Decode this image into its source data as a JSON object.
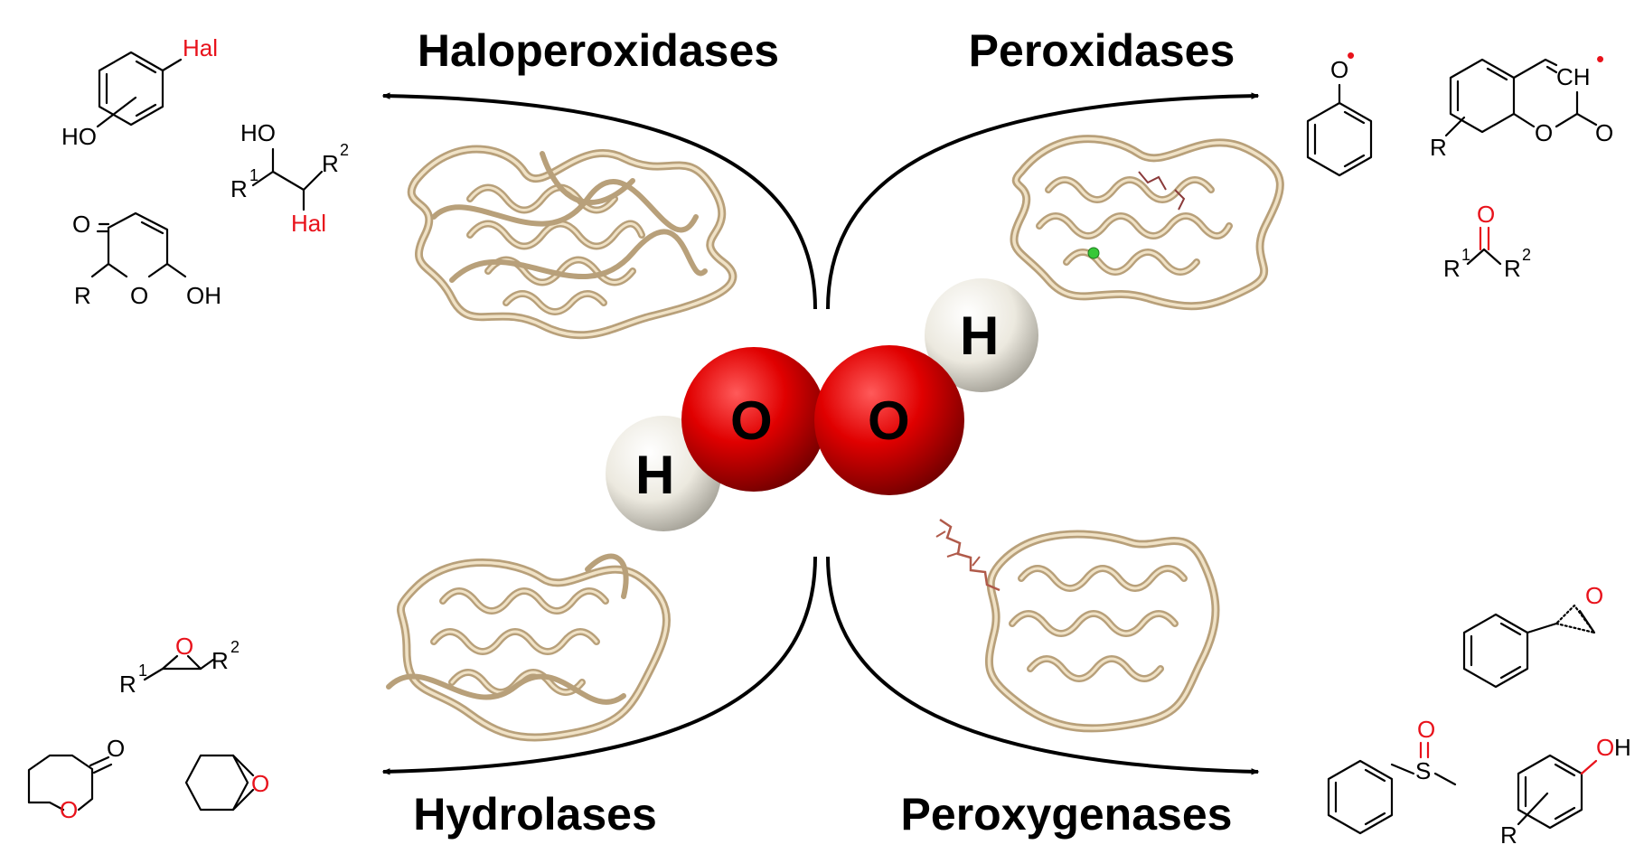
{
  "categories": {
    "top_left": "Haloperoxidases",
    "top_right": "Peroxidases",
    "bottom_left": "Hydrolases",
    "bottom_right": "Peroxygenases"
  },
  "molecule": {
    "hydrogen_label": "H",
    "oxygen_label": "O",
    "colors": {
      "oxygen": "#e00000",
      "hydrogen": "#f2f0ea"
    }
  },
  "chem_labels": {
    "hal": "Hal",
    "ho": "HO",
    "oh": "OH",
    "r": "R",
    "sup1": "1",
    "sup2": "2",
    "o": "O",
    "ch": "CH",
    "s": "S",
    "h": "H",
    "radical_dot": "•"
  },
  "colors": {
    "accent_red": "#e8121b",
    "protein": "#d8c29a"
  }
}
